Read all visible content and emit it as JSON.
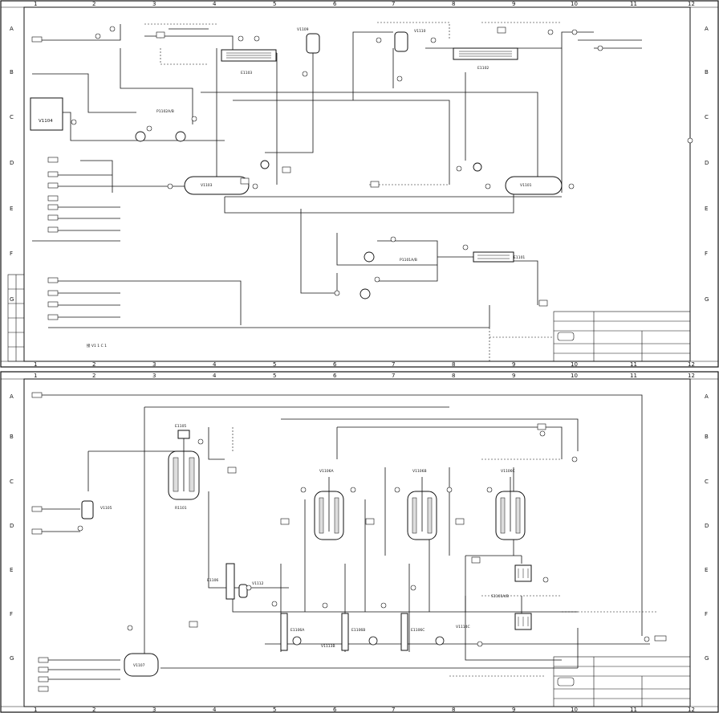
{
  "sheet1": {
    "column_numbers": [
      "1",
      "2",
      "3",
      "4",
      "5",
      "6",
      "7",
      "8",
      "9",
      "10",
      "11",
      "12"
    ],
    "row_letters": [
      "A",
      "B",
      "C",
      "D",
      "E",
      "F",
      "G"
    ],
    "equipment": {
      "v1104": "V1104",
      "p1102": "P1102A/B",
      "v1109": "V1109",
      "e1103": "E1103",
      "v1110": "V1110",
      "e1102": "E1102",
      "v1103": "V1103",
      "v1101": "V1101",
      "p1101": "P1101A/B",
      "e1101": "E1101"
    },
    "bottom_note": "接 V1 1 C 1"
  },
  "sheet2": {
    "column_numbers": [
      "1",
      "2",
      "3",
      "4",
      "5",
      "6",
      "7",
      "8",
      "9",
      "10",
      "11",
      "12"
    ],
    "row_letters": [
      "A",
      "B",
      "C",
      "D",
      "E",
      "F",
      "G"
    ],
    "equipment": {
      "e1105": "E1105",
      "r1101": "R1101",
      "v1105": "V1105",
      "v1106a": "V1106A",
      "v1106b": "V1106B",
      "v1106c": "V1106C",
      "e1106": "E1106",
      "v1112": "V1112",
      "e1106a": "E1106A",
      "e1106b": "E1106B",
      "e1106c": "E1106C",
      "s1101": "S1101A/B",
      "v1107": "V1107",
      "v1113b": "V1113B",
      "v1114c": "V1114C"
    }
  }
}
